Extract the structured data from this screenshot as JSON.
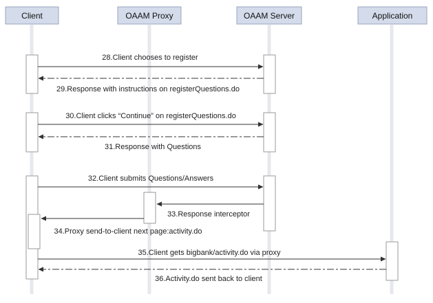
{
  "participants": [
    {
      "id": "client",
      "label": "Client"
    },
    {
      "id": "proxy",
      "label": "OAAM Proxy"
    },
    {
      "id": "server",
      "label": "OAAM Server"
    },
    {
      "id": "app",
      "label": "Application"
    }
  ],
  "messages": [
    {
      "id": "m28",
      "label": "28.Client chooses to register",
      "from": "client",
      "to": "server",
      "style": "solid"
    },
    {
      "id": "m29",
      "label": "29.Response with instructions on registerQuestions.do",
      "from": "server",
      "to": "client",
      "style": "dashed"
    },
    {
      "id": "m30",
      "label": "30.Client clicks “Continue” on registerQuestions.do",
      "from": "client",
      "to": "server",
      "style": "solid"
    },
    {
      "id": "m31",
      "label": "31.Response with Questions",
      "from": "server",
      "to": "client",
      "style": "dashed"
    },
    {
      "id": "m32",
      "label": "32.Client submits Questions/Answers",
      "from": "client",
      "to": "server",
      "style": "solid"
    },
    {
      "id": "m33",
      "label": "33.Response interceptor",
      "from": "server",
      "to": "proxy",
      "style": "solid"
    },
    {
      "id": "m34",
      "label": "34.Proxy send-to-client next page:activity.do",
      "from": "proxy",
      "to": "client",
      "style": "solid"
    },
    {
      "id": "m35",
      "label": "35.Client gets bigbank/activity.do via proxy",
      "from": "client",
      "to": "app",
      "style": "solid"
    },
    {
      "id": "m36",
      "label": "36.Activity.do sent back to client",
      "from": "app",
      "to": "client",
      "style": "dashed"
    }
  ],
  "colors": {
    "header_fill": "#d4dceb",
    "header_stroke": "#9aa6bd",
    "lifeline": "#e6e8ec",
    "activation_stroke": "#9a9a9a",
    "arrow": "#333333"
  }
}
